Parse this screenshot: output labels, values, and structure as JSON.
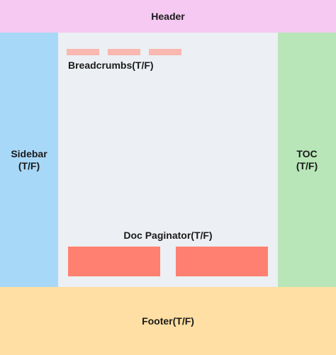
{
  "colors": {
    "header": "#f5c9f2",
    "sidebar": "#a8d8f7",
    "main": "#eceff3",
    "toc": "#b8e6b8",
    "footer": "#ffdfa3",
    "breadcrumb_item": "#f9b8b0",
    "paginator_button": "#ff8070"
  },
  "header": {
    "label": "Header"
  },
  "sidebar": {
    "label_line1": "Sidebar",
    "label_line2": "(T/F)"
  },
  "toc": {
    "label_line1": "TOC",
    "label_line2": "(T/F)"
  },
  "main": {
    "breadcrumbs": {
      "label": "Breadcrumbs(T/F)",
      "items": [
        "",
        "",
        ""
      ]
    },
    "doc_paginator": {
      "label": "Doc Paginator(T/F)",
      "buttons": [
        "",
        ""
      ]
    }
  },
  "footer": {
    "label": "Footer(T/F)"
  }
}
